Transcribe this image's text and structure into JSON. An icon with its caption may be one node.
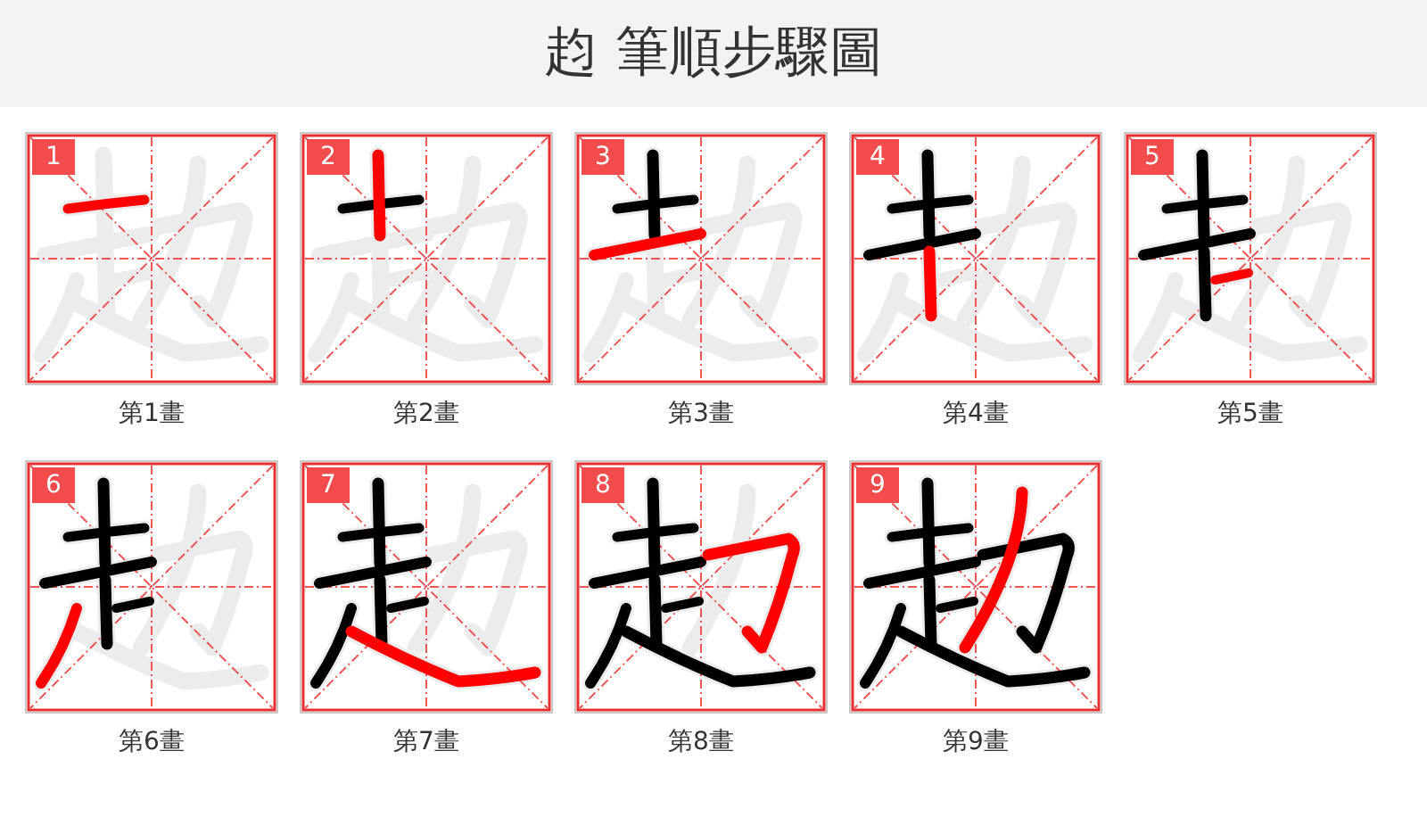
{
  "diagram": {
    "title": "赹 筆順步驟圖",
    "nodes": [
      {
        "text": [
          "1"
        ],
        "beside": [
          "第1畫"
        ]
      },
      {
        "text": [
          "2"
        ],
        "beside": [
          "第2畫"
        ]
      },
      {
        "text": [
          "3"
        ],
        "beside": [
          "第3畫"
        ]
      },
      {
        "text": [
          "4"
        ],
        "beside": [
          "第4畫"
        ]
      },
      {
        "text": [
          "5"
        ],
        "beside": [
          "第5畫"
        ]
      },
      {
        "text": [
          "6"
        ],
        "beside": [
          "第6畫"
        ]
      },
      {
        "text": [
          "7"
        ],
        "beside": [
          "第7畫"
        ]
      },
      {
        "text": [
          "8"
        ],
        "beside": [
          "第8畫"
        ]
      },
      {
        "text": [
          "9"
        ],
        "beside": [
          "第9畫"
        ]
      }
    ]
  }
}
